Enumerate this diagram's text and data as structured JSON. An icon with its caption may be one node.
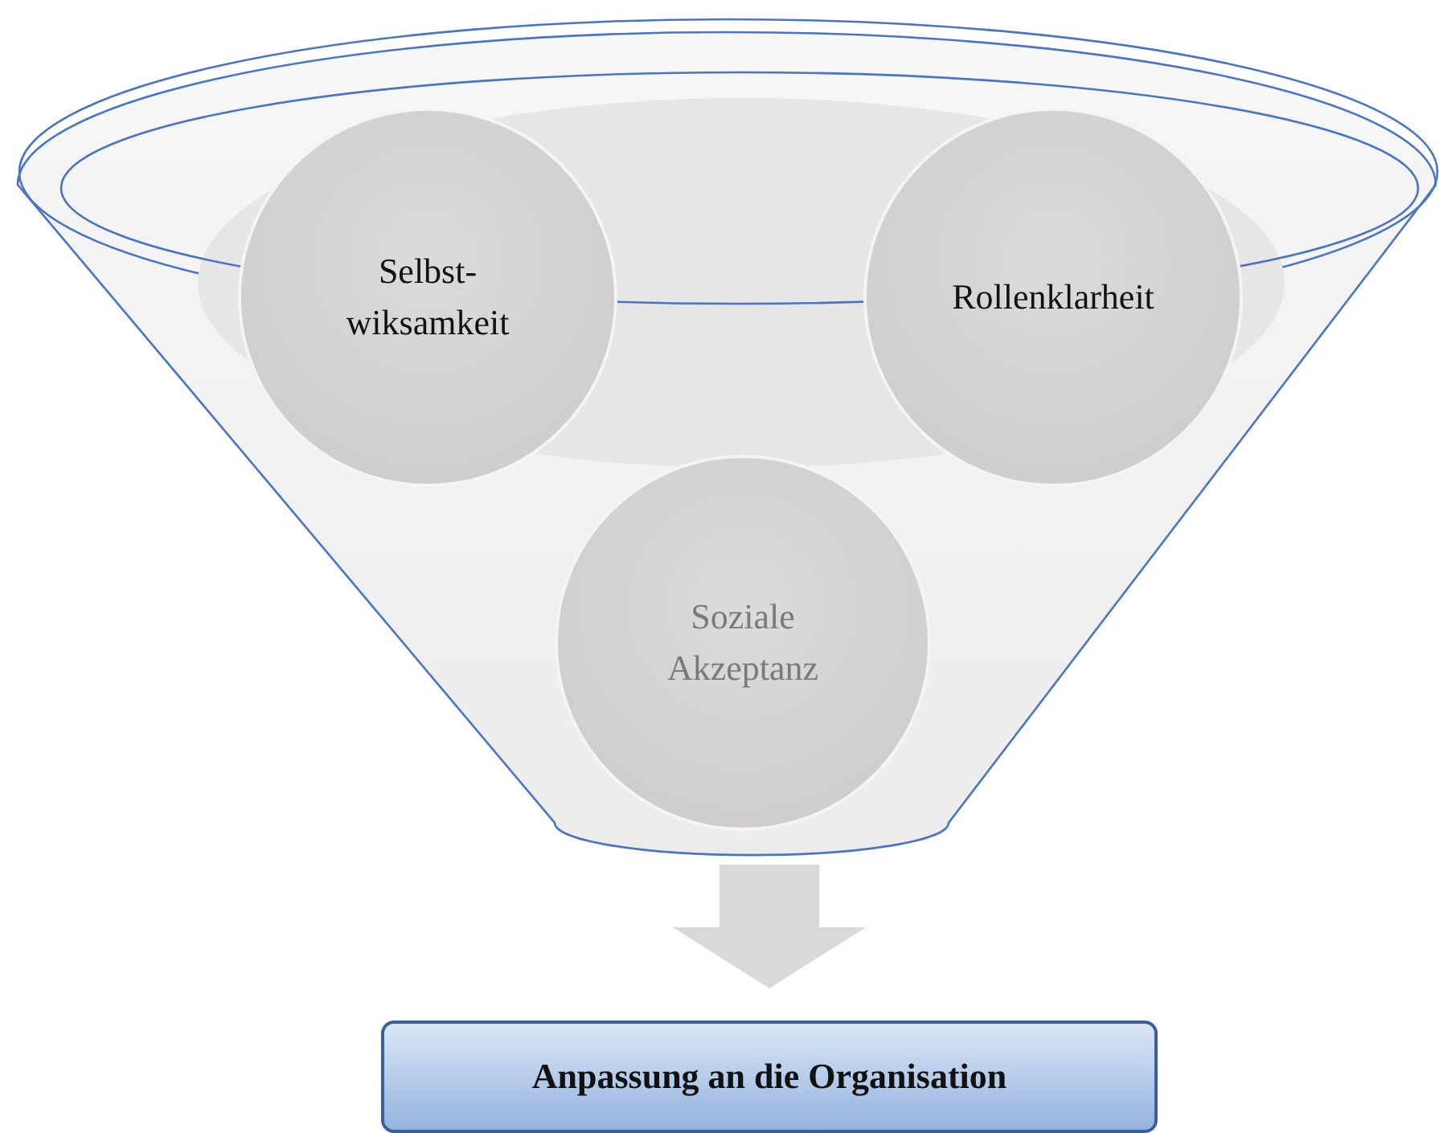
{
  "diagram": {
    "nodes": [
      {
        "text": [],
        "shape": "funnel"
      },
      {
        "text": [
          "Selbst- wiksamkeit"
        ],
        "in": 0
      },
      {
        "text": [
          "Rollenklarheit"
        ],
        "in": 0
      },
      {
        "text": [
          "Soziale Akzeptanz"
        ],
        "in": 0
      },
      {
        "text": [
          "Anpassung an die Organisation"
        ]
      }
    ],
    "edges": [
      {
        "from": 0,
        "to": 4,
        "arrow": "to",
        "style": "thick"
      }
    ]
  }
}
